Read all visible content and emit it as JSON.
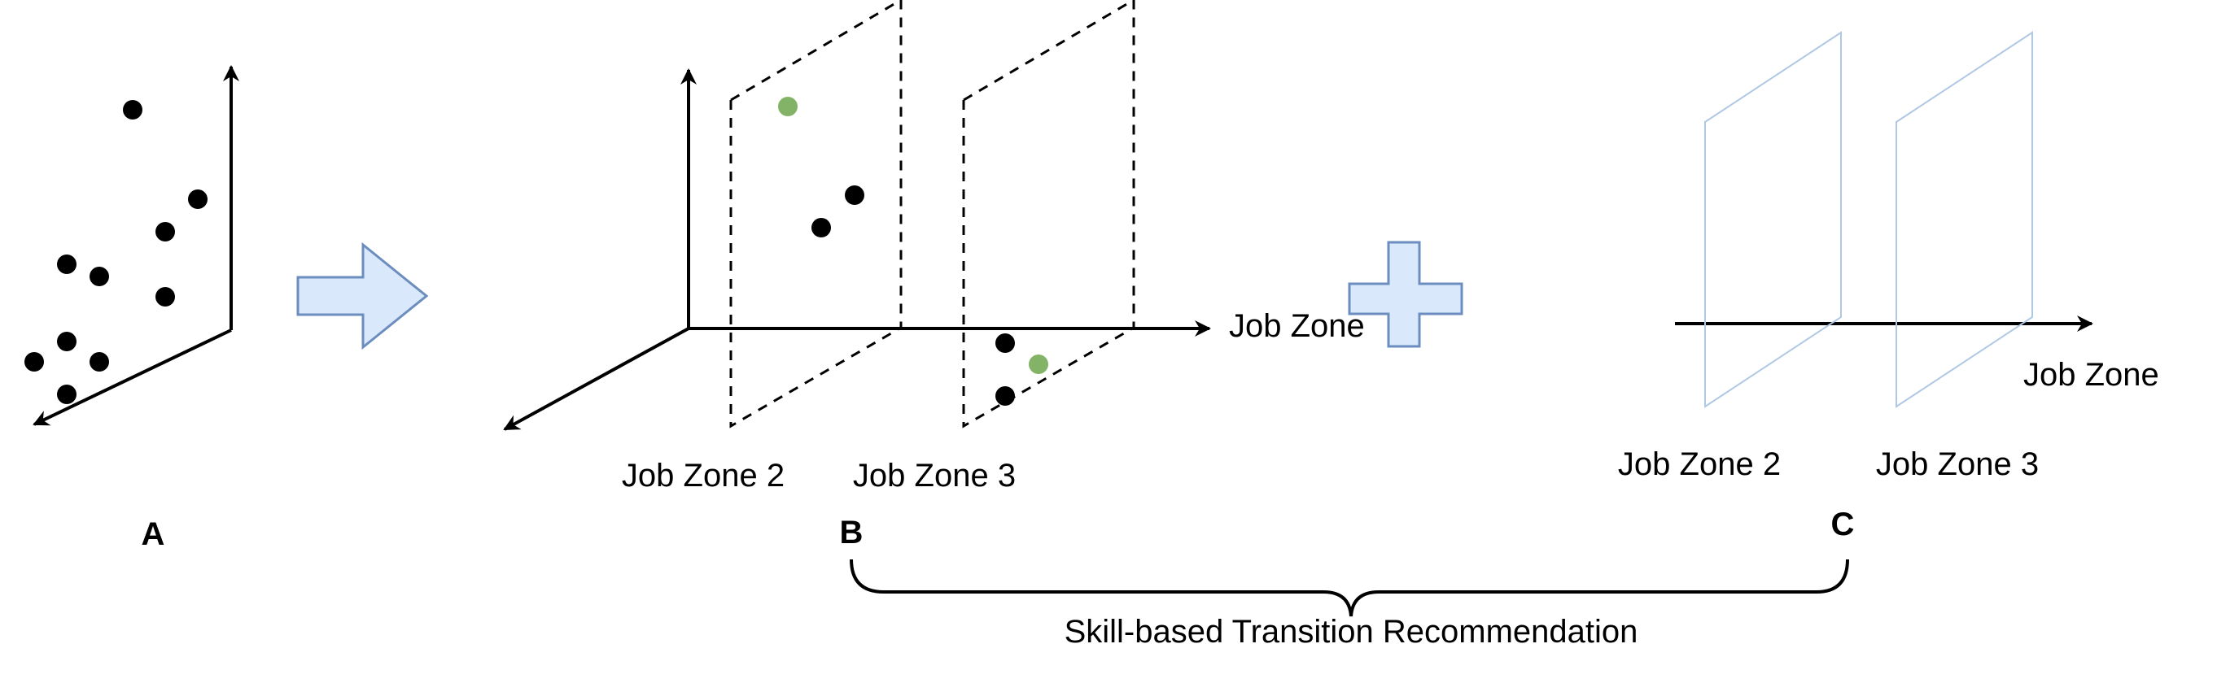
{
  "panels": {
    "a": {
      "letter": "A"
    },
    "b": {
      "letter": "B",
      "axis_label": "Job Zone",
      "plane_labels": [
        "Job Zone 2",
        "Job Zone 3"
      ]
    },
    "c": {
      "letter": "C",
      "axis_label": "Job Zone",
      "plane_labels": [
        "Job Zone 2",
        "Job Zone 3"
      ]
    }
  },
  "brace_label": "Skill-based Transition Recommendation",
  "colors": {
    "ink": "#000000",
    "highlight_point": "#82b366",
    "shape_fill": "#dae8fc",
    "shape_stroke": "#6c8ebf",
    "heatmap_scale": [
      "#ffffff",
      "#dbe9f7",
      "#a9cdf0",
      "#6fb0ea",
      "#3b8fe0",
      "#1c6fd6"
    ]
  },
  "icons": [
    "arrow-right-icon",
    "plus-icon",
    "curly-brace-icon"
  ]
}
